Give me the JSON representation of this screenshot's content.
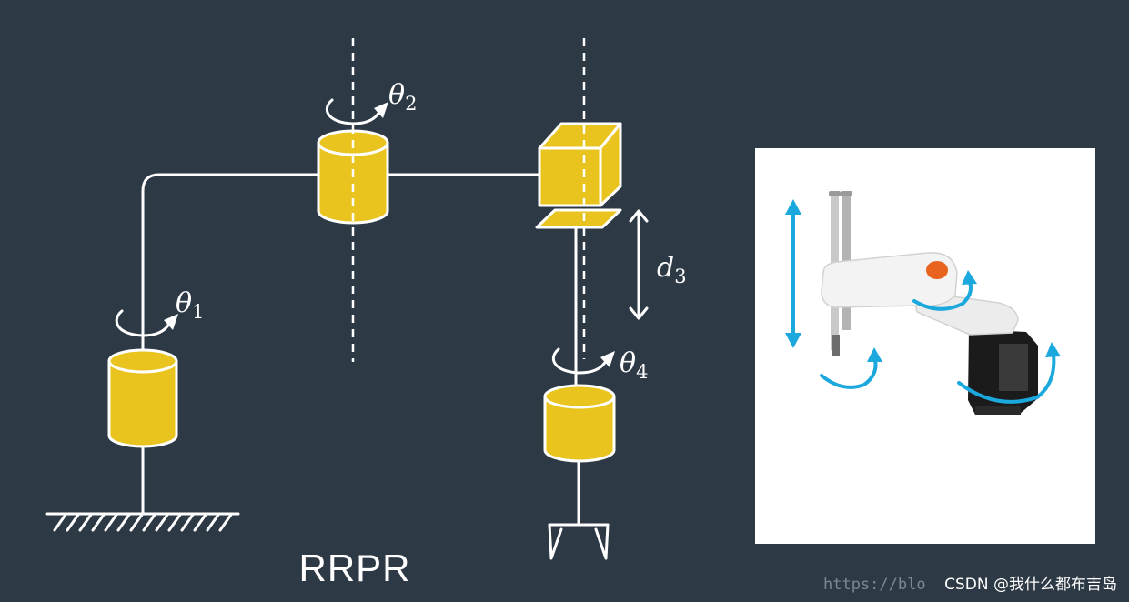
{
  "diagram": {
    "title": "RRPR",
    "joints": [
      {
        "symbol": "θ",
        "subscript": "1"
      },
      {
        "symbol": "θ",
        "subscript": "2"
      },
      {
        "symbol": "d",
        "subscript": "3"
      },
      {
        "symbol": "θ",
        "subscript": "4"
      }
    ]
  },
  "watermark": {
    "url_fragment": "https://blo",
    "credit": "CSDN @我什么都布吉岛"
  },
  "colors": {
    "background": "#2d3945",
    "joint": "#e9c41f",
    "link": "#ffffff",
    "arrow": "#1ba8dd",
    "photo": "#ffffff",
    "accent": "#e8641e"
  },
  "icons": {
    "ground": "ground-hatching",
    "revolute_joint": "cylinder-joint",
    "prismatic_joint": "cube-joint",
    "end_effector": "gripper-icon"
  }
}
